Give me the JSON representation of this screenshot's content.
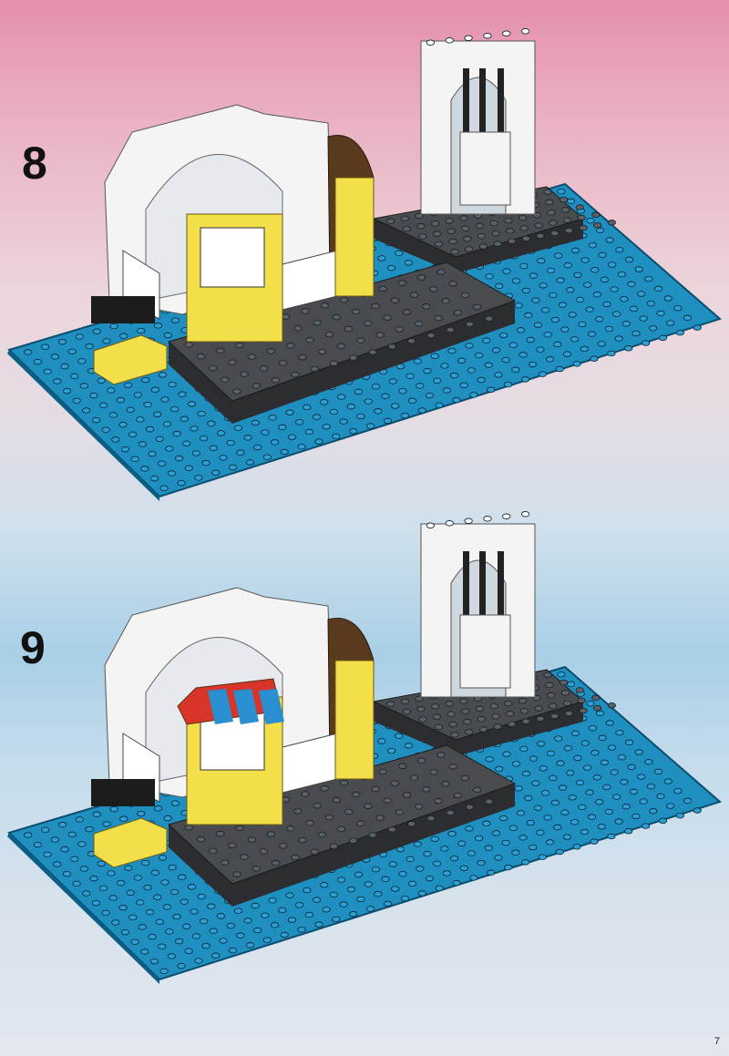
{
  "steps": [
    {
      "number": "8"
    },
    {
      "number": "9"
    }
  ],
  "page_number": "7",
  "colors": {
    "baseplate": "#1f8fc0",
    "platform": "#4a4b4f",
    "wall": "#f4f4f4",
    "yellow": "#f2df4a",
    "awning_red": "#d8352a",
    "awning_blue": "#2a8fd0"
  }
}
